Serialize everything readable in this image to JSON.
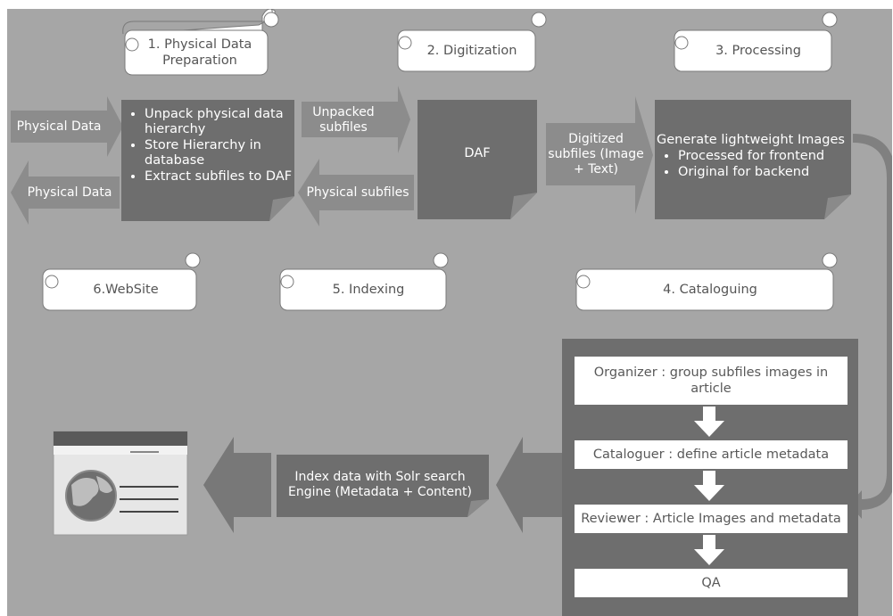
{
  "steps": {
    "s1": "1. Physical Data Preparation",
    "s2": "2. Digitization",
    "s3": "3. Processing",
    "s4": "4. Cataloguing",
    "s5": "5. Indexing",
    "s6": "6.WebSite"
  },
  "arrows": {
    "physical_data_in": "Physical Data",
    "physical_data_out": "Physical Data",
    "unpacked_subfiles": "Unpacked subfiles",
    "physical_subfiles": "Physical subfiles",
    "digitized_subfiles": "Digitized subfiles (Image + Text)"
  },
  "preparation": {
    "items": [
      "Unpack physical data hierarchy",
      "Store Hierarchy in database",
      "Extract subfiles to DAF"
    ]
  },
  "daf": {
    "label": "DAF"
  },
  "processing": {
    "title": "Generate lightweight Images",
    "items": [
      "Processed for frontend",
      "Original for backend"
    ]
  },
  "cataloguing": {
    "organizer": "Organizer : group subfiles images in article",
    "cataloguer": "Cataloguer : define article metadata",
    "reviewer": "Reviewer : Article Images and metadata",
    "qa": "QA"
  },
  "indexing": {
    "text": "Index data with Solr search Engine (Metadata + Content)"
  },
  "colors": {
    "background": "#a6a6a6",
    "box": "#6e6e6e",
    "arrow": "#8c8c8c",
    "curved_arrow": "#808080",
    "scroll": "#ffffff"
  }
}
